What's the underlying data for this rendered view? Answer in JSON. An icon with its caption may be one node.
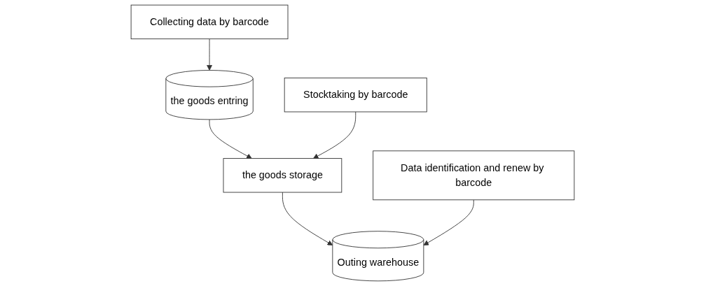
{
  "diagram": {
    "nodes": [
      {
        "text": [
          "the goods entring"
        ]
      },
      {
        "text": [
          "Collecting data by barcode"
        ]
      },
      {
        "text": [
          "the goods storage"
        ]
      },
      {
        "text": [
          "Stocktaking by barcode"
        ]
      },
      {
        "text": [
          "Outing warehouse"
        ]
      },
      {
        "text": [
          "Data identification and renew by barcode"
        ]
      }
    ],
    "edges": [
      {
        "from": 1,
        "to": 0,
        "arrow": "to"
      },
      {
        "from": 0,
        "to": 2,
        "arrow": "to"
      },
      {
        "from": 3,
        "to": 2,
        "arrow": "to"
      },
      {
        "from": 2,
        "to": 4,
        "arrow": "to"
      },
      {
        "from": 5,
        "to": 4,
        "arrow": "to"
      }
    ]
  }
}
